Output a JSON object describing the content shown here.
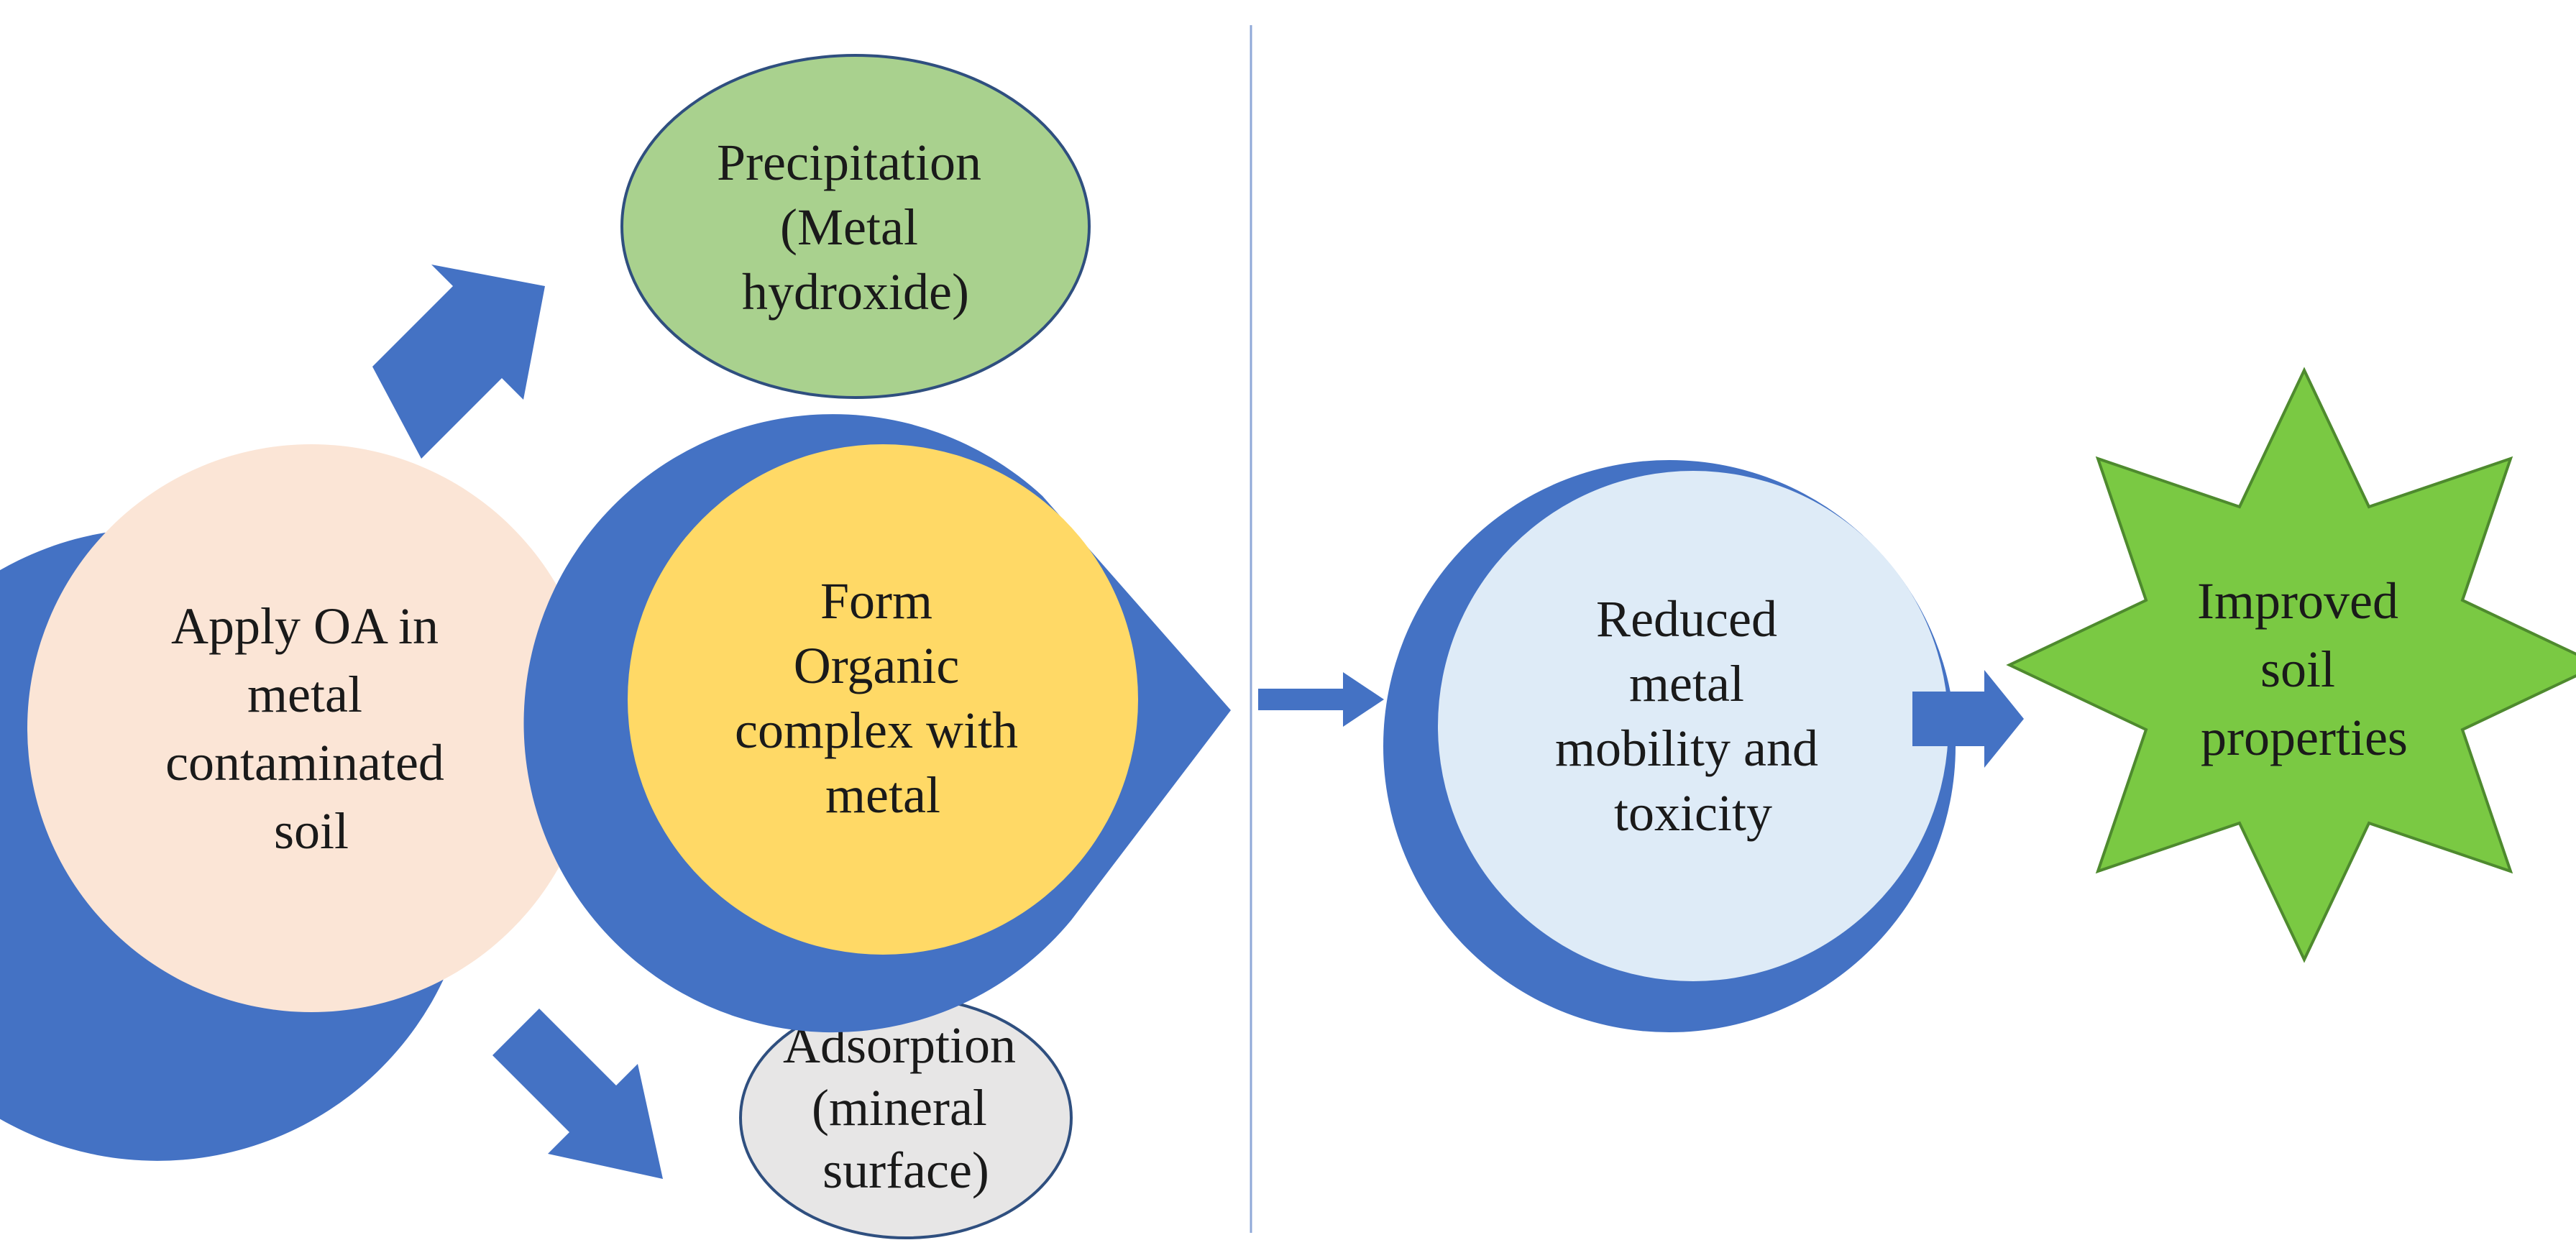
{
  "colors": {
    "arrow_blue": "#4472C4",
    "border_blue": "#4472C4",
    "divider": "#8FA8D8",
    "apply_fill": "#FBE5D6",
    "form_fill": "#FFD966",
    "precipitation_fill": "#A9D18E",
    "adsorption_fill": "#E7E6E6",
    "reduced_fill": "#DEEBF7",
    "improved_fill": "#7AC943",
    "improved_stroke": "#4E8A2E",
    "oval_stroke": "#2F4F7F"
  },
  "nodes": {
    "apply": [
      "Apply OA in",
      "metal",
      "contaminated",
      "soil"
    ],
    "form": [
      "Form",
      "Organic",
      "complex  with",
      "metal"
    ],
    "precipitation": [
      "Precipitation",
      "(Metal",
      "hydroxide)"
    ],
    "adsorption": [
      "Adsorption",
      "(mineral",
      "surface)"
    ],
    "reduced": [
      "Reduced",
      "metal",
      "mobility and",
      "toxicity"
    ],
    "improved": [
      "Improved",
      "soil",
      "properties"
    ]
  }
}
